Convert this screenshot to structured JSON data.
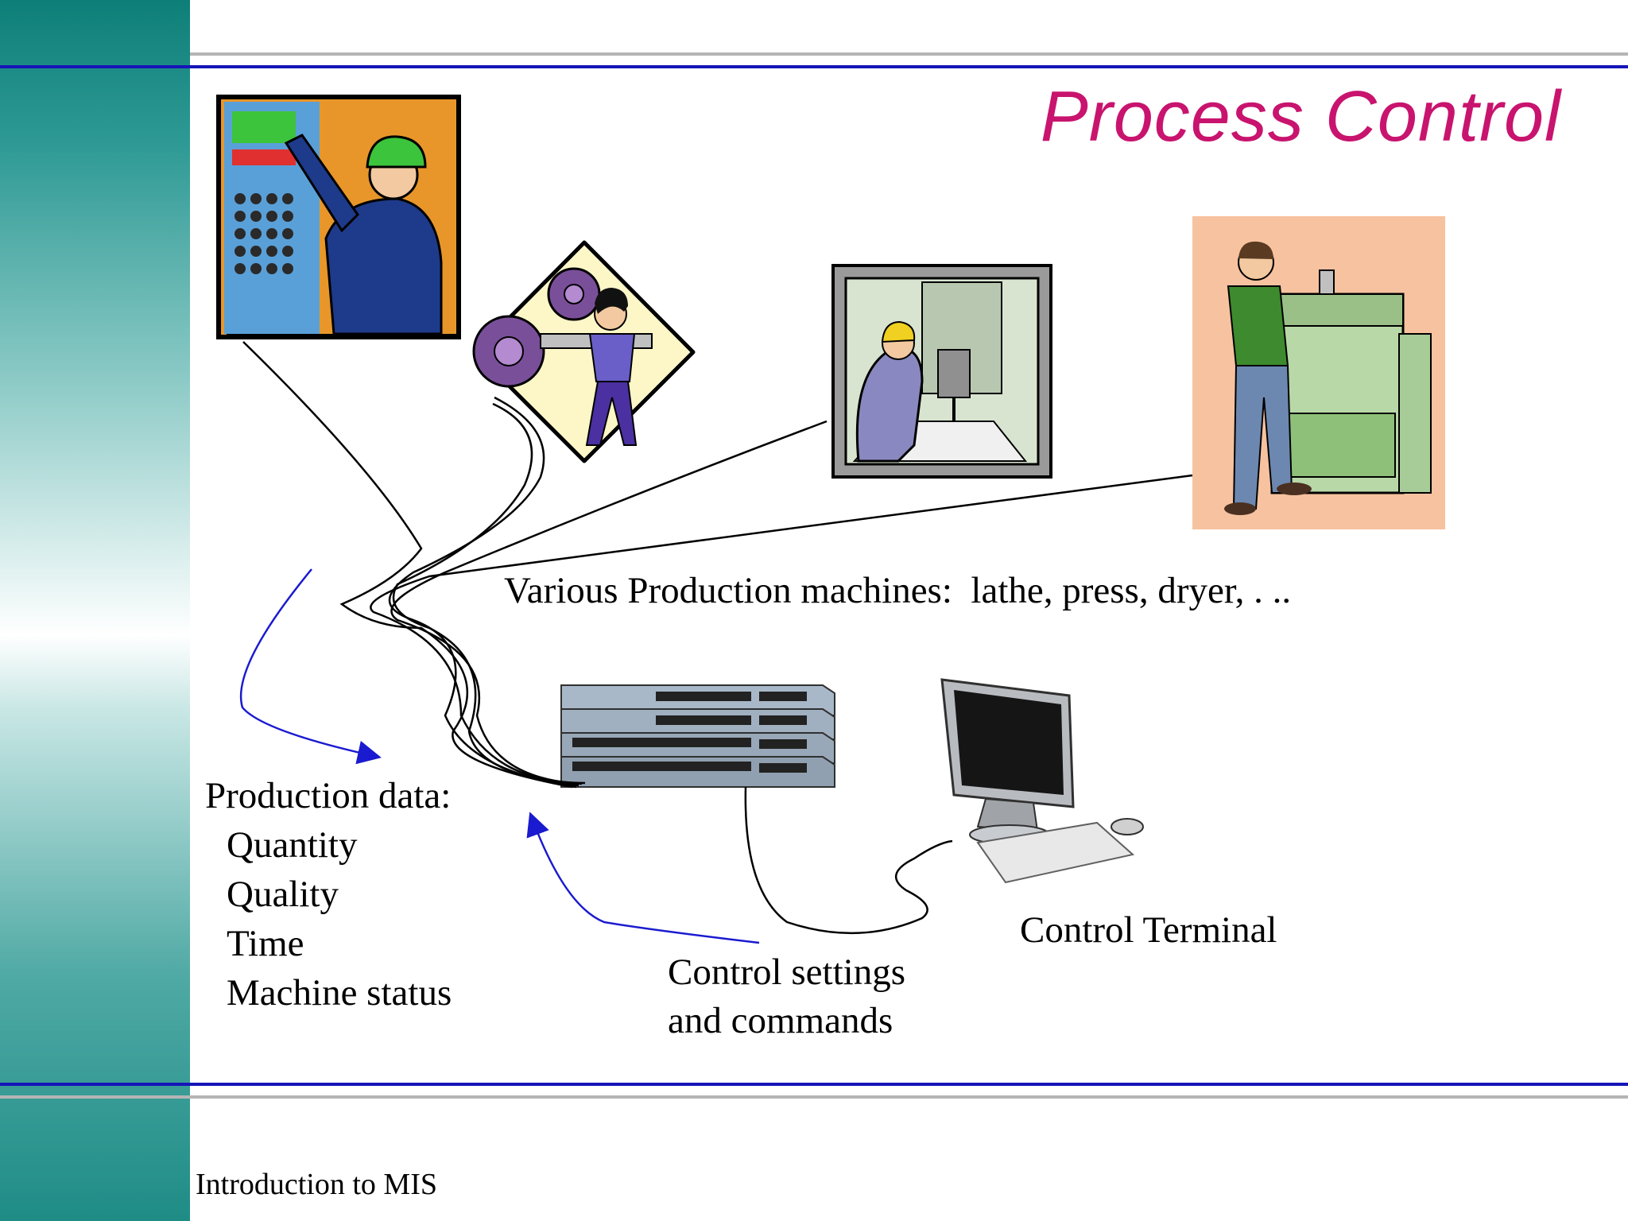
{
  "slide": {
    "title": "Process Control",
    "machines_label": "Various Production machines:  lathe, press, dryer, . ..",
    "production_data": {
      "heading": "Production data:",
      "items": [
        "Quantity",
        "Quality",
        "Time",
        "Machine status"
      ]
    },
    "control_settings": [
      "Control settings",
      "and commands"
    ],
    "control_terminal": "Control Terminal",
    "footer": "Introduction to MIS"
  },
  "colors": {
    "title": "#c8146e",
    "rule_blue": "#1515b8",
    "arrow_blue": "#1a1ad0",
    "sidebar_teal": "#2f9a95"
  }
}
